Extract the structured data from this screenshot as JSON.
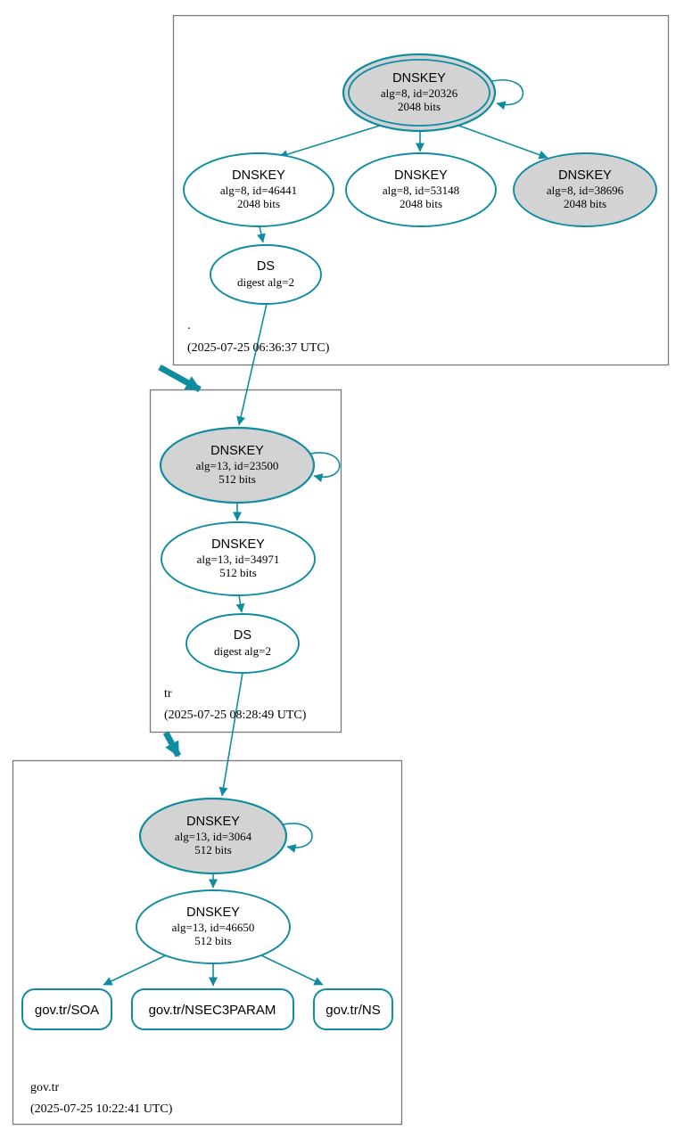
{
  "colors": {
    "edge": "#0f8ca0",
    "ksk-fill": "#d3d3d3",
    "node-fill": "#ffffff",
    "box-border": "#7a7a7a",
    "text": "#000000"
  },
  "zones": {
    "root": {
      "label": ".",
      "timestamp": "(2025-07-25 06:36:37 UTC)",
      "ksk": {
        "type": "DNSKEY",
        "detail": "alg=8, id=20326",
        "bits": "2048 bits"
      },
      "zsk1": {
        "type": "DNSKEY",
        "detail": "alg=8, id=46441",
        "bits": "2048 bits"
      },
      "zsk2": {
        "type": "DNSKEY",
        "detail": "alg=8, id=53148",
        "bits": "2048 bits"
      },
      "zsk3": {
        "type": "DNSKEY",
        "detail": "alg=8, id=38696",
        "bits": "2048 bits"
      },
      "ds": {
        "type": "DS",
        "detail": "digest alg=2"
      }
    },
    "tr": {
      "label": "tr",
      "timestamp": "(2025-07-25 08:28:49 UTC)",
      "ksk": {
        "type": "DNSKEY",
        "detail": "alg=13, id=23500",
        "bits": "512 bits"
      },
      "zsk": {
        "type": "DNSKEY",
        "detail": "alg=13, id=34971",
        "bits": "512 bits"
      },
      "ds": {
        "type": "DS",
        "detail": "digest alg=2"
      }
    },
    "govtr": {
      "label": "gov.tr",
      "timestamp": "(2025-07-25 10:22:41 UTC)",
      "ksk": {
        "type": "DNSKEY",
        "detail": "alg=13, id=3064",
        "bits": "512 bits"
      },
      "zsk": {
        "type": "DNSKEY",
        "detail": "alg=13, id=46650",
        "bits": "512 bits"
      },
      "rrsets": {
        "soa": "gov.tr/SOA",
        "nsec3param": "gov.tr/NSEC3PARAM",
        "ns": "gov.tr/NS"
      }
    }
  }
}
